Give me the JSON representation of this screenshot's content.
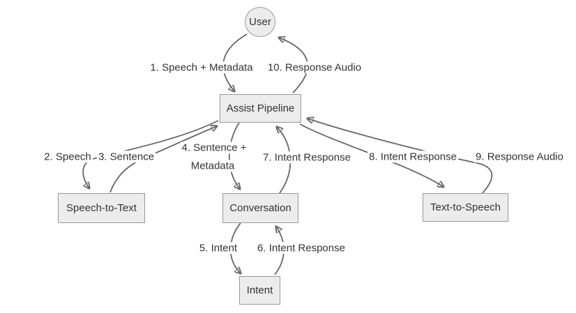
{
  "diagram": {
    "type": "flowchart",
    "background": "#ffffff",
    "nodes": [
      {
        "id": "user",
        "label": "User",
        "shape": "circle"
      },
      {
        "id": "assist_pipeline",
        "label": "Assist Pipeline",
        "shape": "rect"
      },
      {
        "id": "speech_to_text",
        "label": "Speech-to-Text",
        "shape": "rect"
      },
      {
        "id": "conversation",
        "label": "Conversation",
        "shape": "rect"
      },
      {
        "id": "text_to_speech",
        "label": "Text-to-Speech",
        "shape": "rect"
      },
      {
        "id": "intent",
        "label": "Intent",
        "shape": "rect"
      }
    ],
    "edges": [
      {
        "from": "user",
        "to": "assist_pipeline",
        "label": "1. Speech + Metadata"
      },
      {
        "from": "assist_pipeline",
        "to": "speech_to_text",
        "label": "2. Speech"
      },
      {
        "from": "speech_to_text",
        "to": "assist_pipeline",
        "label": "3. Sentence"
      },
      {
        "from": "assist_pipeline",
        "to": "conversation",
        "label": "4. Sentence + Metadata"
      },
      {
        "from": "conversation",
        "to": "intent",
        "label": "5. Intent"
      },
      {
        "from": "intent",
        "to": "conversation",
        "label": "6. Intent Response"
      },
      {
        "from": "conversation",
        "to": "assist_pipeline",
        "label": "7. Intent Response"
      },
      {
        "from": "assist_pipeline",
        "to": "text_to_speech",
        "label": "8. Intent Response"
      },
      {
        "from": "text_to_speech",
        "to": "assist_pipeline",
        "label": "9. Response Audio"
      },
      {
        "from": "assist_pipeline",
        "to": "user",
        "label": "10. Response Audio"
      }
    ],
    "colors": {
      "node_fill": "#ececec",
      "node_border": "#999999",
      "edge": "#666666",
      "text": "#333333"
    }
  }
}
